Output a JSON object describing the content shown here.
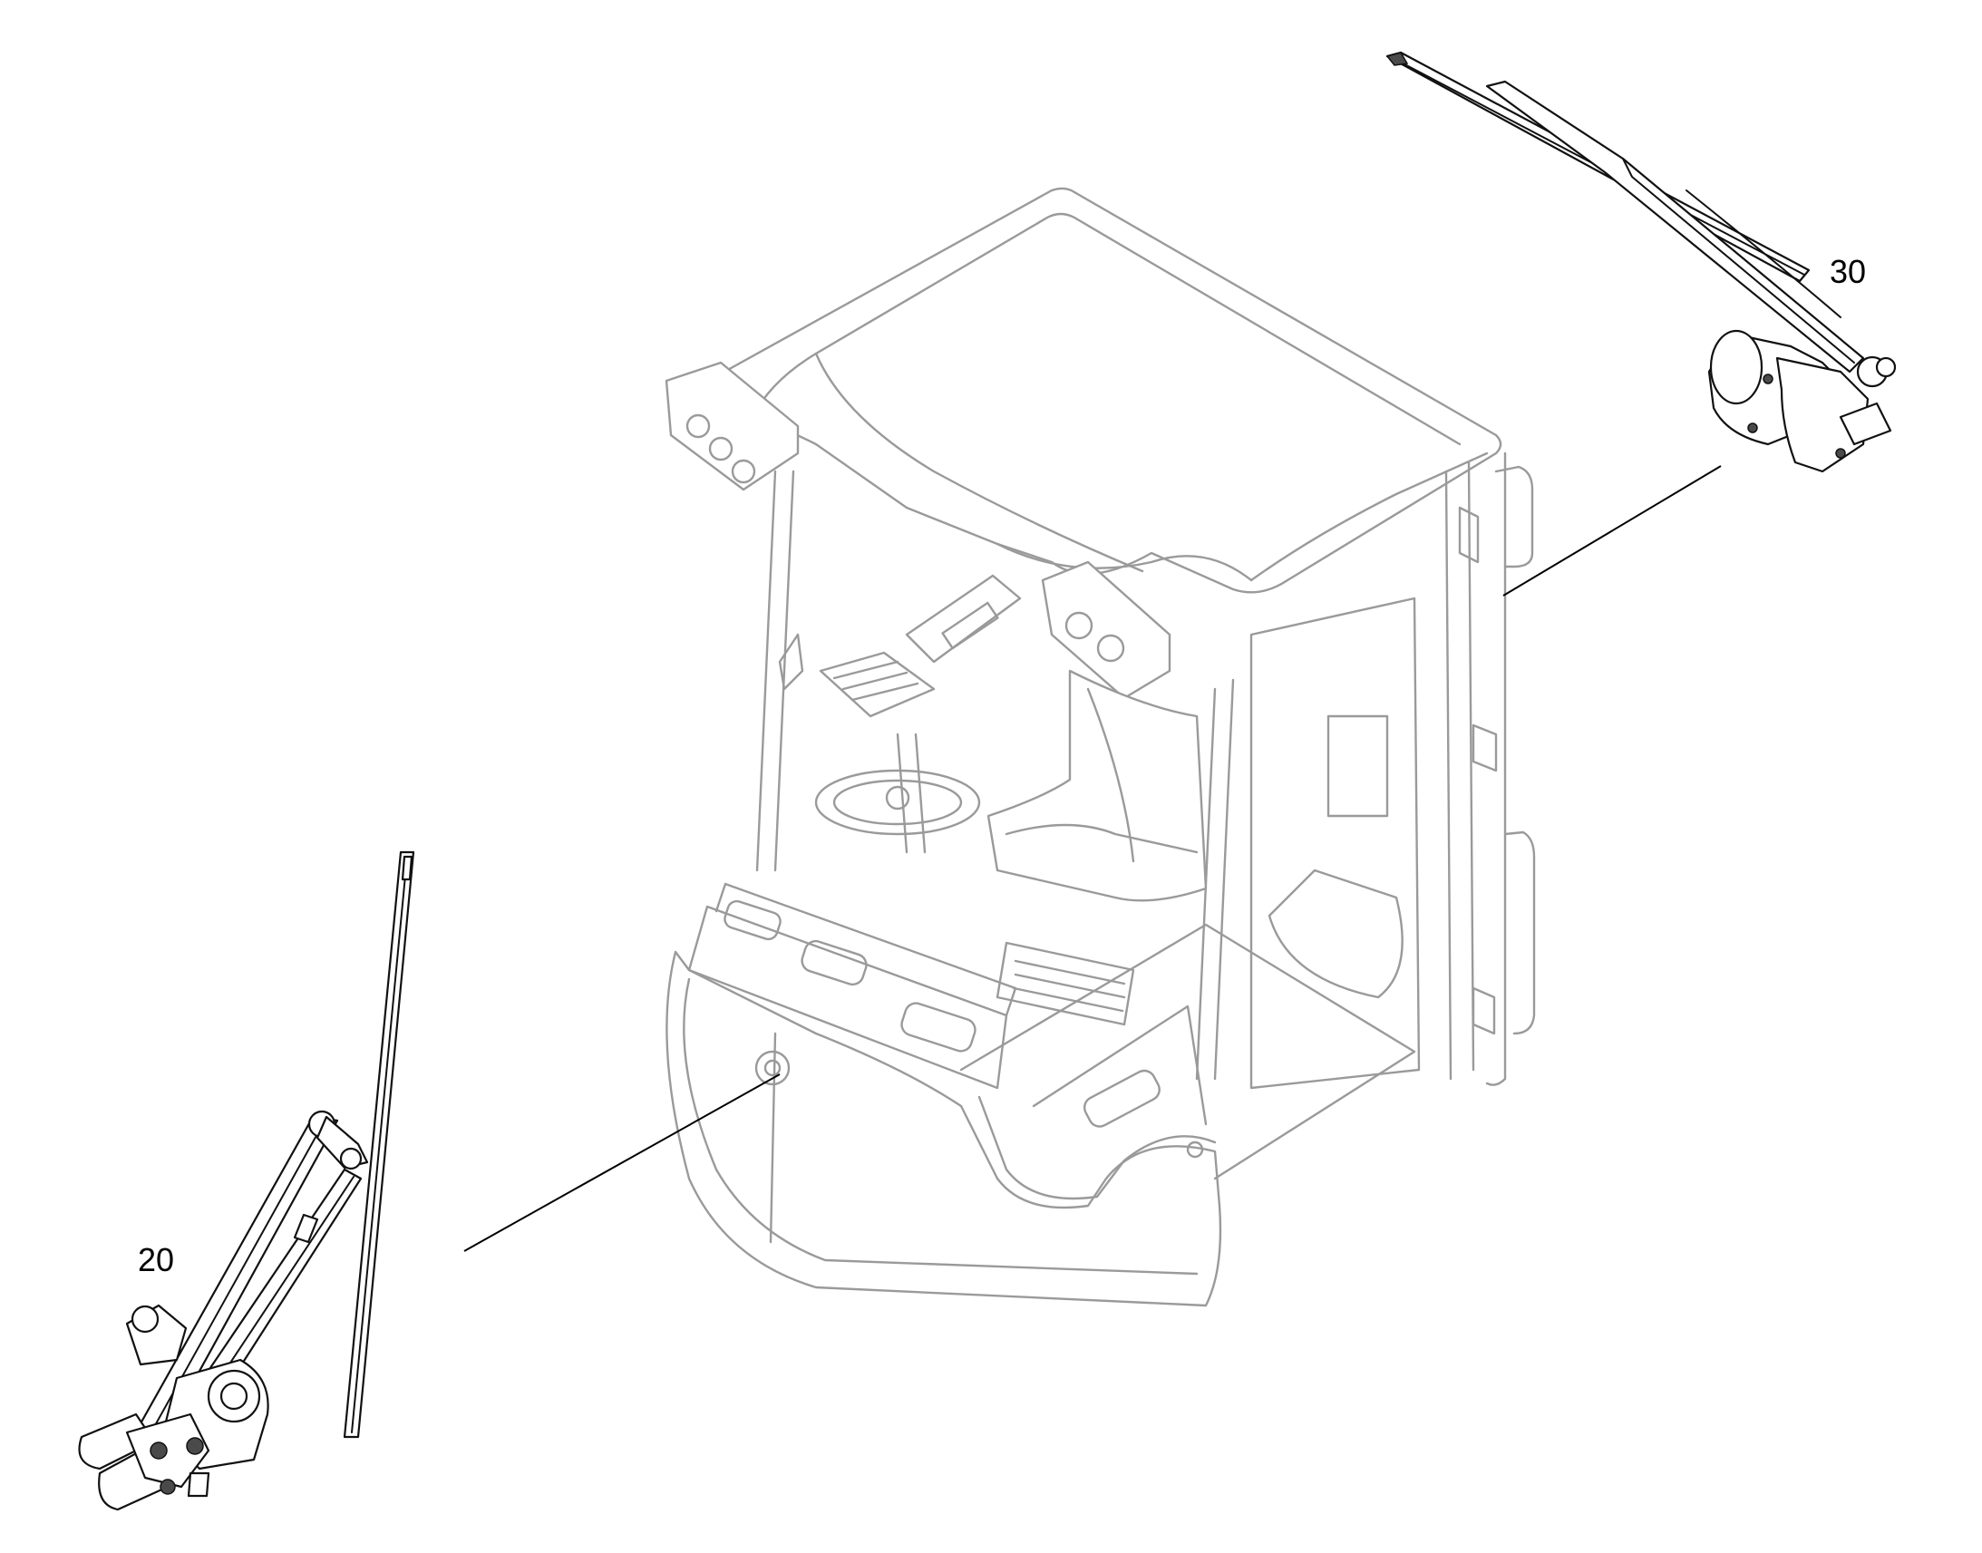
{
  "diagram": {
    "callouts": [
      {
        "id": "front-wiper",
        "label": "20"
      },
      {
        "id": "rear-wiper",
        "label": "30"
      }
    ]
  }
}
